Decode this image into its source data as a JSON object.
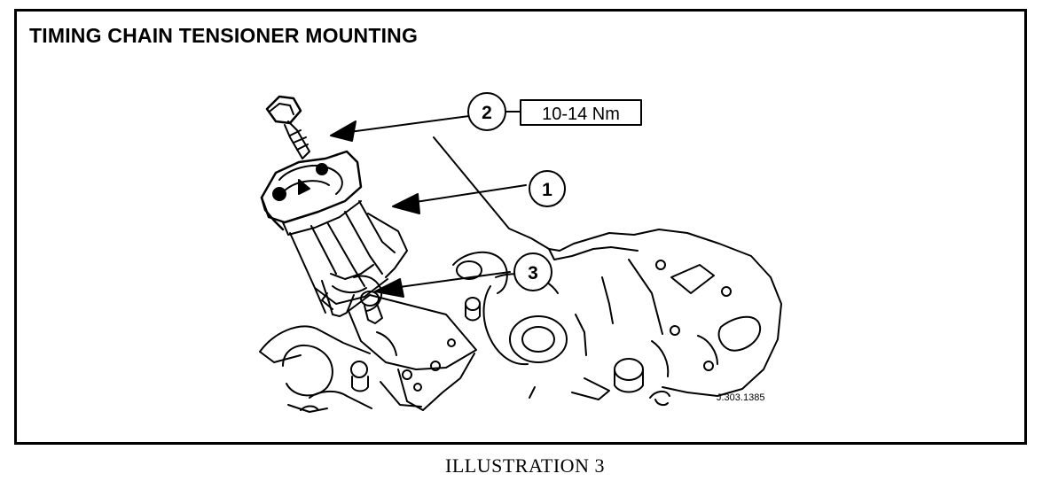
{
  "figure": {
    "title": "TIMING CHAIN  TENSIONER MOUNTING",
    "figure_ref": "J.303.1385",
    "caption": "ILLUSTRATION 3"
  },
  "callouts": [
    {
      "number": "1"
    },
    {
      "number": "2",
      "torque": "10-14 Nm"
    },
    {
      "number": "3"
    }
  ]
}
